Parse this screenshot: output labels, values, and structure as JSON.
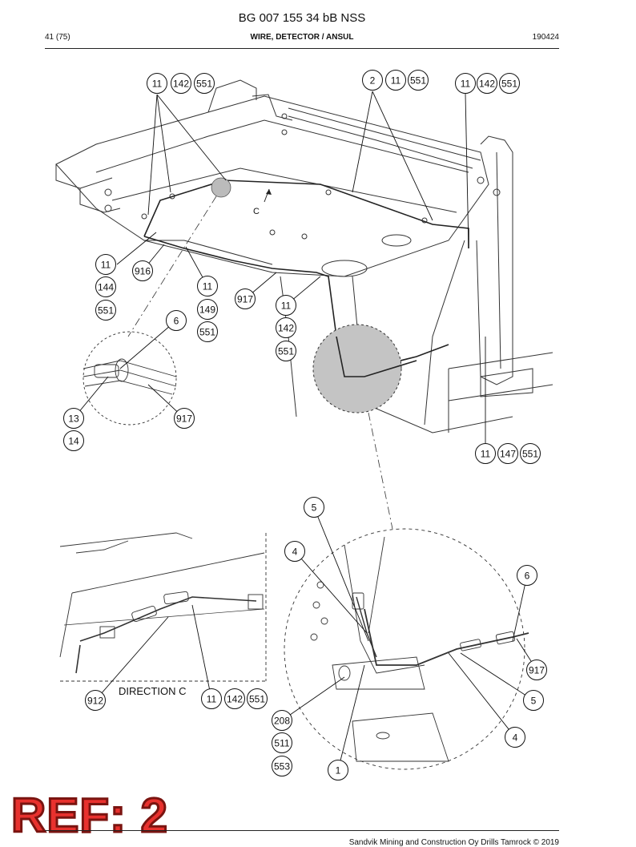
{
  "header": {
    "doc_title": "BG 007 155 34 bB NSS",
    "page": "41 (75)",
    "section": "WIRE, DETECTOR / ANSUL",
    "date": "190424"
  },
  "labels": {
    "direction_c": "DIRECTION C",
    "view_c": "C"
  },
  "callouts": [
    {
      "t": "11"
    },
    {
      "t": "142"
    },
    {
      "t": "551"
    },
    {
      "t": "2"
    },
    {
      "t": "11"
    },
    {
      "t": "551"
    },
    {
      "t": "11"
    },
    {
      "t": "142"
    },
    {
      "t": "551"
    },
    {
      "t": "11"
    },
    {
      "t": "916"
    },
    {
      "t": "144"
    },
    {
      "t": "551"
    },
    {
      "t": "11"
    },
    {
      "t": "149"
    },
    {
      "t": "551"
    },
    {
      "t": "917"
    },
    {
      "t": "11"
    },
    {
      "t": "142"
    },
    {
      "t": "551"
    },
    {
      "t": "6"
    },
    {
      "t": "13"
    },
    {
      "t": "14"
    },
    {
      "t": "917"
    },
    {
      "t": "11"
    },
    {
      "t": "147"
    },
    {
      "t": "551"
    },
    {
      "t": "5"
    },
    {
      "t": "4"
    },
    {
      "t": "6"
    },
    {
      "t": "917"
    },
    {
      "t": "5"
    },
    {
      "t": "4"
    },
    {
      "t": "912"
    },
    {
      "t": "11"
    },
    {
      "t": "142"
    },
    {
      "t": "551"
    },
    {
      "t": "208"
    },
    {
      "t": "511"
    },
    {
      "t": "553"
    },
    {
      "t": "1"
    }
  ],
  "stamp": "REF: 2",
  "footer": "Sandvik Mining and Construction Oy Drills Tamrock © 2019"
}
